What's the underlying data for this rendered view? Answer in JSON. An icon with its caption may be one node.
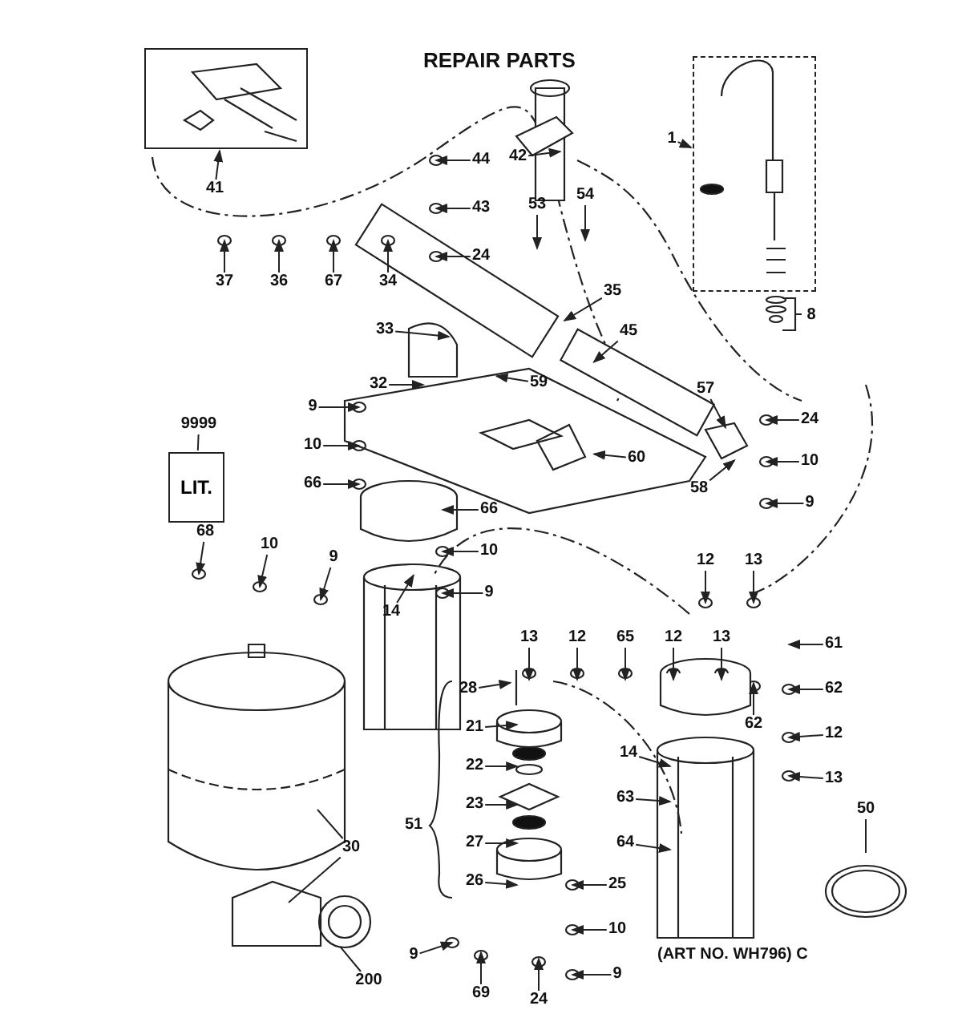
{
  "diagram": {
    "title": "REPAIR PARTS",
    "caption": "(ART NO. WH796) C",
    "nodes": [
      {
        "text": [],
        "shape": "box"
      },
      {
        "text": [
          "41"
        ]
      },
      {
        "text": [
          "42"
        ]
      },
      {
        "text": [],
        "shape": "box"
      },
      {
        "text": [
          "1"
        ]
      },
      {
        "text": [
          "44"
        ]
      },
      {
        "text": [
          "43"
        ]
      },
      {
        "text": [
          "24"
        ]
      },
      {
        "text": [
          "53"
        ]
      },
      {
        "text": [
          "54"
        ]
      },
      {
        "text": [
          "37"
        ]
      },
      {
        "text": [
          "36"
        ]
      },
      {
        "text": [
          "67"
        ]
      },
      {
        "text": [
          "34"
        ]
      },
      {
        "text": [
          "35"
        ]
      },
      {
        "text": [
          "33"
        ]
      },
      {
        "text": [
          "32"
        ]
      },
      {
        "text": [
          "45"
        ]
      },
      {
        "text": [
          "59"
        ]
      },
      {
        "text": [
          "57"
        ]
      },
      {
        "text": [
          "9999"
        ]
      },
      {
        "text": [
          "9"
        ]
      },
      {
        "text": [
          "10"
        ]
      },
      {
        "text": [
          "24"
        ]
      },
      {
        "text": [
          "66"
        ]
      },
      {
        "text": [
          "60"
        ]
      },
      {
        "text": [
          "58"
        ]
      },
      {
        "text": [
          "10"
        ]
      },
      {
        "text": [
          "LIT."
        ]
      },
      {
        "text": [
          "9"
        ]
      },
      {
        "text": [
          "66"
        ]
      },
      {
        "text": [
          "68"
        ]
      },
      {
        "text": [
          "14"
        ]
      },
      {
        "text": [
          "10"
        ]
      },
      {
        "text": [
          "10"
        ]
      },
      {
        "text": [
          "9"
        ]
      },
      {
        "text": [
          "9"
        ]
      },
      {
        "text": [
          "13"
        ]
      },
      {
        "text": [
          "13"
        ]
      },
      {
        "text": [
          "12"
        ]
      },
      {
        "text": [
          "12"
        ]
      },
      {
        "text": [
          "65"
        ]
      },
      {
        "text": [
          "12"
        ]
      },
      {
        "text": [
          "13"
        ]
      },
      {
        "text": [
          "61"
        ]
      },
      {
        "text": [
          "62"
        ]
      },
      {
        "text": [
          "62"
        ]
      },
      {
        "text": [
          "28"
        ]
      },
      {
        "text": [
          "12"
        ]
      },
      {
        "text": [
          "14"
        ]
      },
      {
        "text": [
          "13"
        ]
      },
      {
        "text": [
          "21"
        ]
      },
      {
        "text": [
          "22"
        ]
      },
      {
        "text": [
          "23"
        ]
      },
      {
        "text": [
          "63"
        ]
      },
      {
        "text": [
          "50"
        ]
      },
      {
        "text": [
          "27"
        ]
      },
      {
        "text": [
          "64"
        ]
      },
      {
        "text": [
          "26"
        ]
      },
      {
        "text": [
          "30"
        ]
      },
      {
        "text": [
          "25"
        ]
      },
      {
        "text": [
          "9"
        ]
      },
      {
        "text": [
          "10"
        ]
      },
      {
        "text": [
          "9"
        ]
      },
      {
        "text": [
          "69"
        ]
      },
      {
        "text": [
          "24"
        ]
      },
      {
        "text": [
          "200"
        ]
      }
    ],
    "edges": [
      {
        "from": 1,
        "to": 0,
        "arrow": "to"
      },
      {
        "from": 2,
        "to": null,
        "arrow": "to"
      },
      {
        "from": 4,
        "to": 3,
        "arrow": "to"
      },
      {
        "from": 5,
        "to": null,
        "arrow": "to"
      },
      {
        "from": 6,
        "to": null,
        "arrow": "to"
      },
      {
        "from": 7,
        "to": null,
        "arrow": "to"
      },
      {
        "from": 8,
        "to": null,
        "arrow": "to"
      },
      {
        "from": 9,
        "to": null,
        "arrow": "to"
      },
      {
        "from": 10,
        "to": null,
        "arrow": "to"
      },
      {
        "from": 11,
        "to": null,
        "arrow": "to"
      },
      {
        "from": 12,
        "to": null,
        "arrow": "to"
      },
      {
        "from": 13,
        "to": null,
        "arrow": "to"
      },
      {
        "from": 14,
        "to": null,
        "arrow": "to"
      },
      {
        "from": 15,
        "to": null,
        "arrow": "to"
      },
      {
        "from": 16,
        "to": null,
        "arrow": "to"
      },
      {
        "from": 17,
        "to": null,
        "arrow": "to"
      },
      {
        "from": 18,
        "to": null,
        "arrow": "to"
      },
      {
        "from": 19,
        "to": null,
        "arrow": "to"
      },
      {
        "from": 20,
        "to": 28,
        "arrow": "none"
      },
      {
        "from": 21,
        "to": null,
        "arrow": "to"
      },
      {
        "from": 22,
        "to": null,
        "arrow": "to"
      },
      {
        "from": 23,
        "to": null,
        "arrow": "to"
      },
      {
        "from": 24,
        "to": null,
        "arrow": "to"
      },
      {
        "from": 25,
        "to": null,
        "arrow": "to"
      },
      {
        "from": 26,
        "to": null,
        "arrow": "to"
      },
      {
        "from": 27,
        "to": null,
        "arrow": "to"
      },
      {
        "from": 29,
        "to": null,
        "arrow": "to"
      },
      {
        "from": 30,
        "to": null,
        "arrow": "to"
      },
      {
        "from": 31,
        "to": null,
        "arrow": "to"
      },
      {
        "from": 32,
        "to": null,
        "arrow": "to"
      },
      {
        "from": 33,
        "to": null,
        "arrow": "to"
      },
      {
        "from": 34,
        "to": null,
        "arrow": "to"
      },
      {
        "from": 35,
        "to": null,
        "arrow": "to"
      },
      {
        "from": 36,
        "to": null,
        "arrow": "to"
      },
      {
        "from": 37,
        "to": null,
        "arrow": "to"
      },
      {
        "from": 38,
        "to": null,
        "arrow": "to"
      },
      {
        "from": 39,
        "to": null,
        "arrow": "to"
      },
      {
        "from": 40,
        "to": null,
        "arrow": "to"
      },
      {
        "from": 41,
        "to": null,
        "arrow": "to"
      },
      {
        "from": 42,
        "to": null,
        "arrow": "to"
      },
      {
        "from": 43,
        "to": null,
        "arrow": "to"
      },
      {
        "from": 44,
        "to": null,
        "arrow": "to"
      },
      {
        "from": 45,
        "to": null,
        "arrow": "to"
      },
      {
        "from": 46,
        "to": null,
        "arrow": "to"
      },
      {
        "from": 47,
        "to": null,
        "arrow": "to"
      },
      {
        "from": 48,
        "to": null,
        "arrow": "to"
      },
      {
        "from": 49,
        "to": null,
        "arrow": "to"
      },
      {
        "from": 50,
        "to": null,
        "arrow": "to"
      },
      {
        "from": 51,
        "to": null,
        "arrow": "to"
      },
      {
        "from": 52,
        "to": null,
        "arrow": "to"
      },
      {
        "from": 53,
        "to": null,
        "arrow": "to"
      },
      {
        "from": 54,
        "to": null,
        "arrow": "to"
      },
      {
        "from": 55,
        "to": null,
        "arrow": "none"
      },
      {
        "from": 56,
        "to": null,
        "arrow": "to"
      },
      {
        "from": 57,
        "to": null,
        "arrow": "to"
      },
      {
        "from": 58,
        "to": null,
        "arrow": "to"
      },
      {
        "from": 59,
        "to": null,
        "arrow": "none"
      },
      {
        "from": 59,
        "to": null,
        "arrow": "none"
      },
      {
        "from": 60,
        "to": null,
        "arrow": "to"
      },
      {
        "from": 61,
        "to": null,
        "arrow": "to"
      },
      {
        "from": 62,
        "to": null,
        "arrow": "to"
      },
      {
        "from": 63,
        "to": null,
        "arrow": "to"
      },
      {
        "from": 64,
        "to": null,
        "arrow": "to"
      },
      {
        "from": 65,
        "to": null,
        "arrow": "to"
      },
      {
        "from": 66,
        "to": null,
        "arrow": "none"
      }
    ],
    "labels": [
      "8",
      "51"
    ]
  }
}
